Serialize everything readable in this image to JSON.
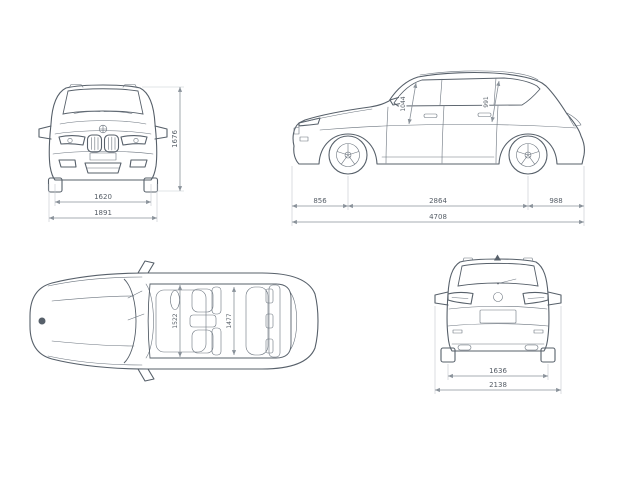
{
  "diagram": {
    "subject": "SUV technical dimension drawing, four orthographic views",
    "unit": "mm"
  },
  "colors": {
    "background": "#ffffff",
    "line": "#57606a",
    "dimension": "#8a929a",
    "text": "#555d66"
  },
  "views": {
    "front": {
      "name": "front-view",
      "dims": {
        "track": "1620",
        "body_width": "1891",
        "height": "1676"
      }
    },
    "side": {
      "name": "side-view",
      "dims": {
        "front_overhang": "856",
        "wheelbase": "2864",
        "rear_overhang": "988",
        "overall_length": "4708",
        "headroom_front": "1044",
        "headroom_rear": "991"
      }
    },
    "top": {
      "name": "top-view",
      "dims": {
        "interior_width_front": "1522",
        "interior_width_rear": "1477"
      }
    },
    "rear": {
      "name": "rear-view",
      "dims": {
        "track": "1636",
        "width_incl_mirrors": "2138"
      }
    }
  }
}
